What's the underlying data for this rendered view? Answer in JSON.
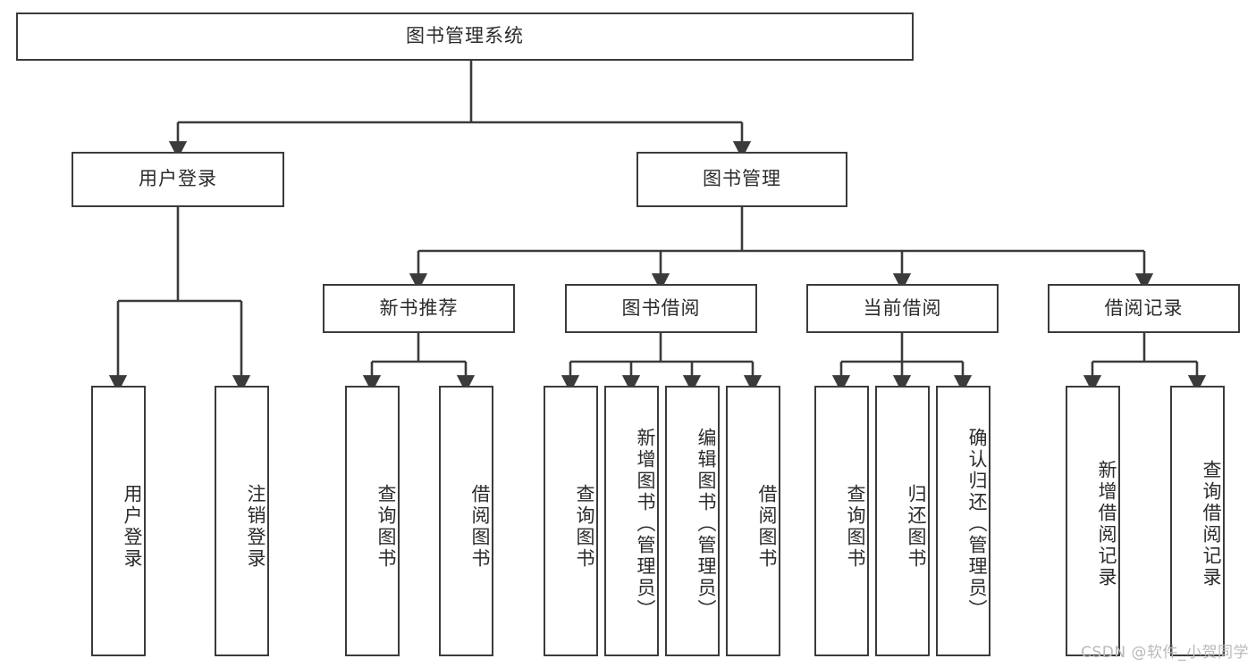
{
  "diagram": {
    "type": "tree",
    "title": "图书管理系统",
    "watermark": "CSDN @软件_小贺同学",
    "colors": {
      "stroke": "#3b3b3b",
      "fill": "#ffffff",
      "text": "#2b2b2b",
      "watermark": "#b9b9b9"
    },
    "nodes": {
      "root": {
        "label": "图书管理系统",
        "orientation": "horizontal"
      },
      "user_login": {
        "label": "用户登录",
        "orientation": "horizontal"
      },
      "book_manage": {
        "label": "图书管理",
        "orientation": "horizontal"
      },
      "new_book_rec": {
        "label": "新书推荐",
        "orientation": "horizontal"
      },
      "book_borrow": {
        "label": "图书借阅",
        "orientation": "horizontal"
      },
      "current_borrow": {
        "label": "当前借阅",
        "orientation": "horizontal"
      },
      "borrow_record": {
        "label": "借阅记录",
        "orientation": "horizontal"
      },
      "leaf_user_login": {
        "label": "用户登录",
        "orientation": "vertical"
      },
      "leaf_logout": {
        "label": "注销登录",
        "orientation": "vertical"
      },
      "leaf_query_book_1": {
        "label": "查询图书",
        "orientation": "vertical"
      },
      "leaf_borrow_book_1": {
        "label": "借阅图书",
        "orientation": "vertical"
      },
      "leaf_query_book_2": {
        "label": "查询图书",
        "orientation": "vertical"
      },
      "leaf_add_book_admin": {
        "label": "新增图书（管理员）",
        "orientation": "vertical"
      },
      "leaf_edit_book_admin": {
        "label": "编辑图书（管理员）",
        "orientation": "vertical"
      },
      "leaf_borrow_book_2": {
        "label": "借阅图书",
        "orientation": "vertical"
      },
      "leaf_query_book_3": {
        "label": "查询图书",
        "orientation": "vertical"
      },
      "leaf_return_book": {
        "label": "归还图书",
        "orientation": "vertical"
      },
      "leaf_confirm_return_admin": {
        "label": "确认归还（管理员）",
        "orientation": "vertical"
      },
      "leaf_add_borrow_record": {
        "label": "新增借阅记录",
        "orientation": "vertical"
      },
      "leaf_query_borrow_record": {
        "label": "查询借阅记录",
        "orientation": "vertical"
      }
    },
    "hierarchy": [
      {
        "label": "图书管理系统",
        "children": [
          {
            "label": "用户登录",
            "children": [
              {
                "label": "用户登录"
              },
              {
                "label": "注销登录"
              }
            ]
          },
          {
            "label": "图书管理",
            "children": [
              {
                "label": "新书推荐",
                "children": [
                  {
                    "label": "查询图书"
                  },
                  {
                    "label": "借阅图书"
                  }
                ]
              },
              {
                "label": "图书借阅",
                "children": [
                  {
                    "label": "查询图书"
                  },
                  {
                    "label": "新增图书（管理员）"
                  },
                  {
                    "label": "编辑图书（管理员）"
                  },
                  {
                    "label": "借阅图书"
                  }
                ]
              },
              {
                "label": "当前借阅",
                "children": [
                  {
                    "label": "查询图书"
                  },
                  {
                    "label": "归还图书"
                  },
                  {
                    "label": "确认归还（管理员）"
                  }
                ]
              },
              {
                "label": "借阅记录",
                "children": [
                  {
                    "label": "新增借阅记录"
                  },
                  {
                    "label": "查询借阅记录"
                  }
                ]
              }
            ]
          }
        ]
      }
    ]
  }
}
